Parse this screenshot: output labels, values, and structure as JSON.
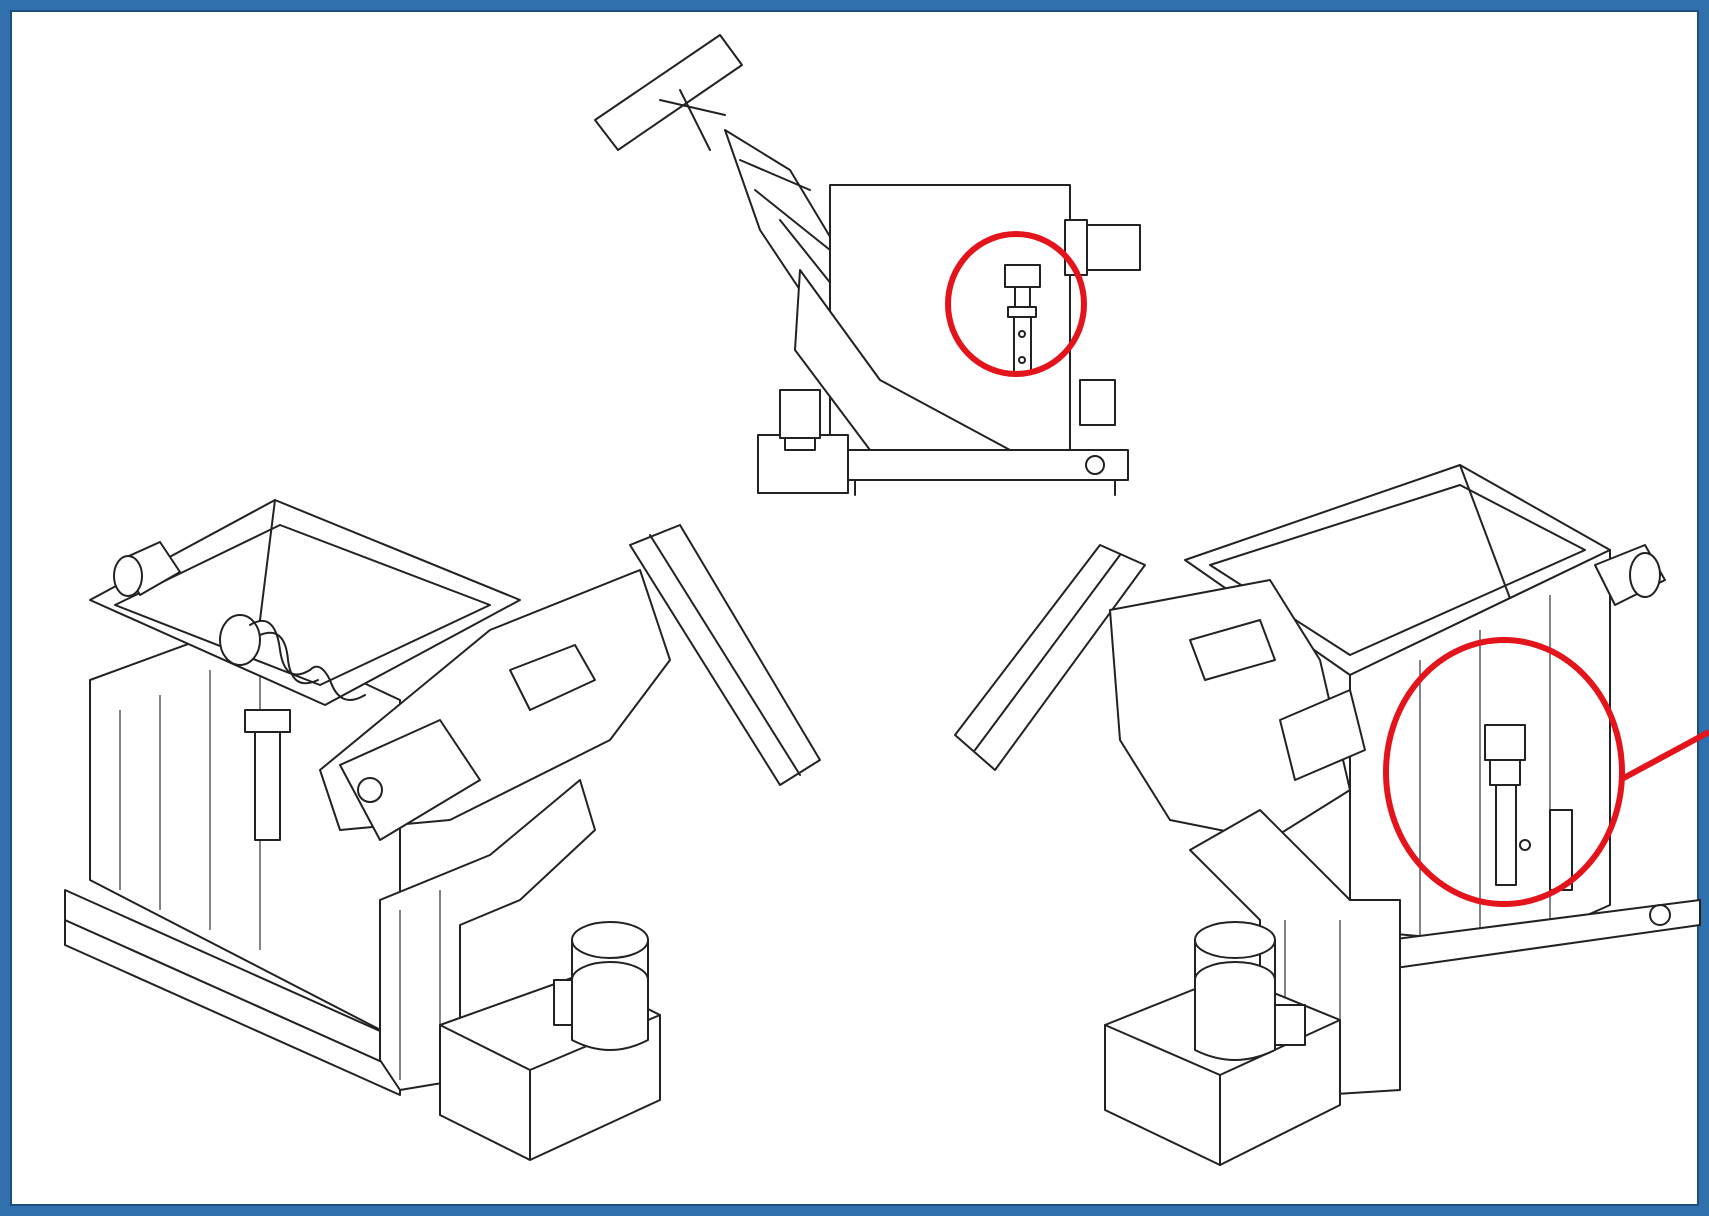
{
  "figure": {
    "frame_color": "#2f70ad",
    "highlight_color": "#e3141b",
    "views": [
      {
        "name": "side-view"
      },
      {
        "name": "iso-view-left"
      },
      {
        "name": "iso-view-right"
      }
    ]
  }
}
